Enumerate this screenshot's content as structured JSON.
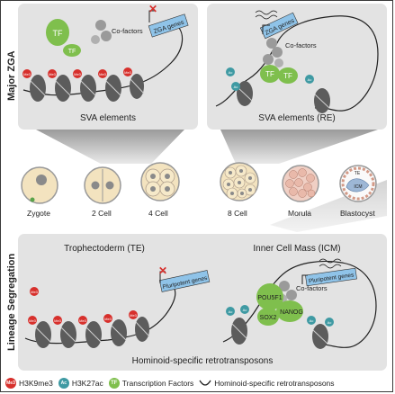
{
  "sections": {
    "major_zga": "Major ZGA",
    "lineage": "Lineage Segregation"
  },
  "zga_left": {
    "caption": "SVA elements",
    "tf_big": "TF",
    "tf_small": "TF",
    "cofactors": "Co-factors",
    "genes": "ZGA genes",
    "mark": "Me3"
  },
  "zga_right": {
    "caption": "SVA elements (RE)",
    "tf1": "TF",
    "tf2": "TF",
    "cofactors": "Co-factors",
    "genes": "ZGA genes",
    "mark": "Ac"
  },
  "stages": [
    "Zygote",
    "2 Cell",
    "4 Cell",
    "8 Cell",
    "Morula",
    "Blastocyst"
  ],
  "blastocyst_labels": {
    "te": "TE",
    "icm": "ICM"
  },
  "lineage_left": {
    "title": "Trophectoderm (TE)",
    "genes": "Pluripotent genes",
    "mark": "Me3"
  },
  "lineage_right": {
    "title": "Inner Cell Mass (ICM)",
    "genes": "Pluripotent genes",
    "cofactors": "Co-factors",
    "pou": "POU5F1",
    "nanog": "NANOG",
    "sox": "SOX2",
    "mark": "Ac"
  },
  "lineage_caption": "Hominoid-specific retrotransposons",
  "legend": {
    "me_chip": "Me3",
    "me_label": "H3K9me3",
    "ac_chip": "Ac",
    "ac_label": "H3K27ac",
    "tf_chip": "TF",
    "tf_label": "Transcription Factors",
    "line_label": "Hominoid-specific retrotransposons"
  },
  "colors": {
    "panel": "#e3e3e3",
    "me3": "#d7302c",
    "ac": "#3f9aa3",
    "tf": "#7fbf4d",
    "gene_box": "#8fc3e8",
    "cofactor": "#9a9a9a",
    "nucleosome": "#5c5c5c",
    "cell_fill": "#f3e3bf"
  }
}
